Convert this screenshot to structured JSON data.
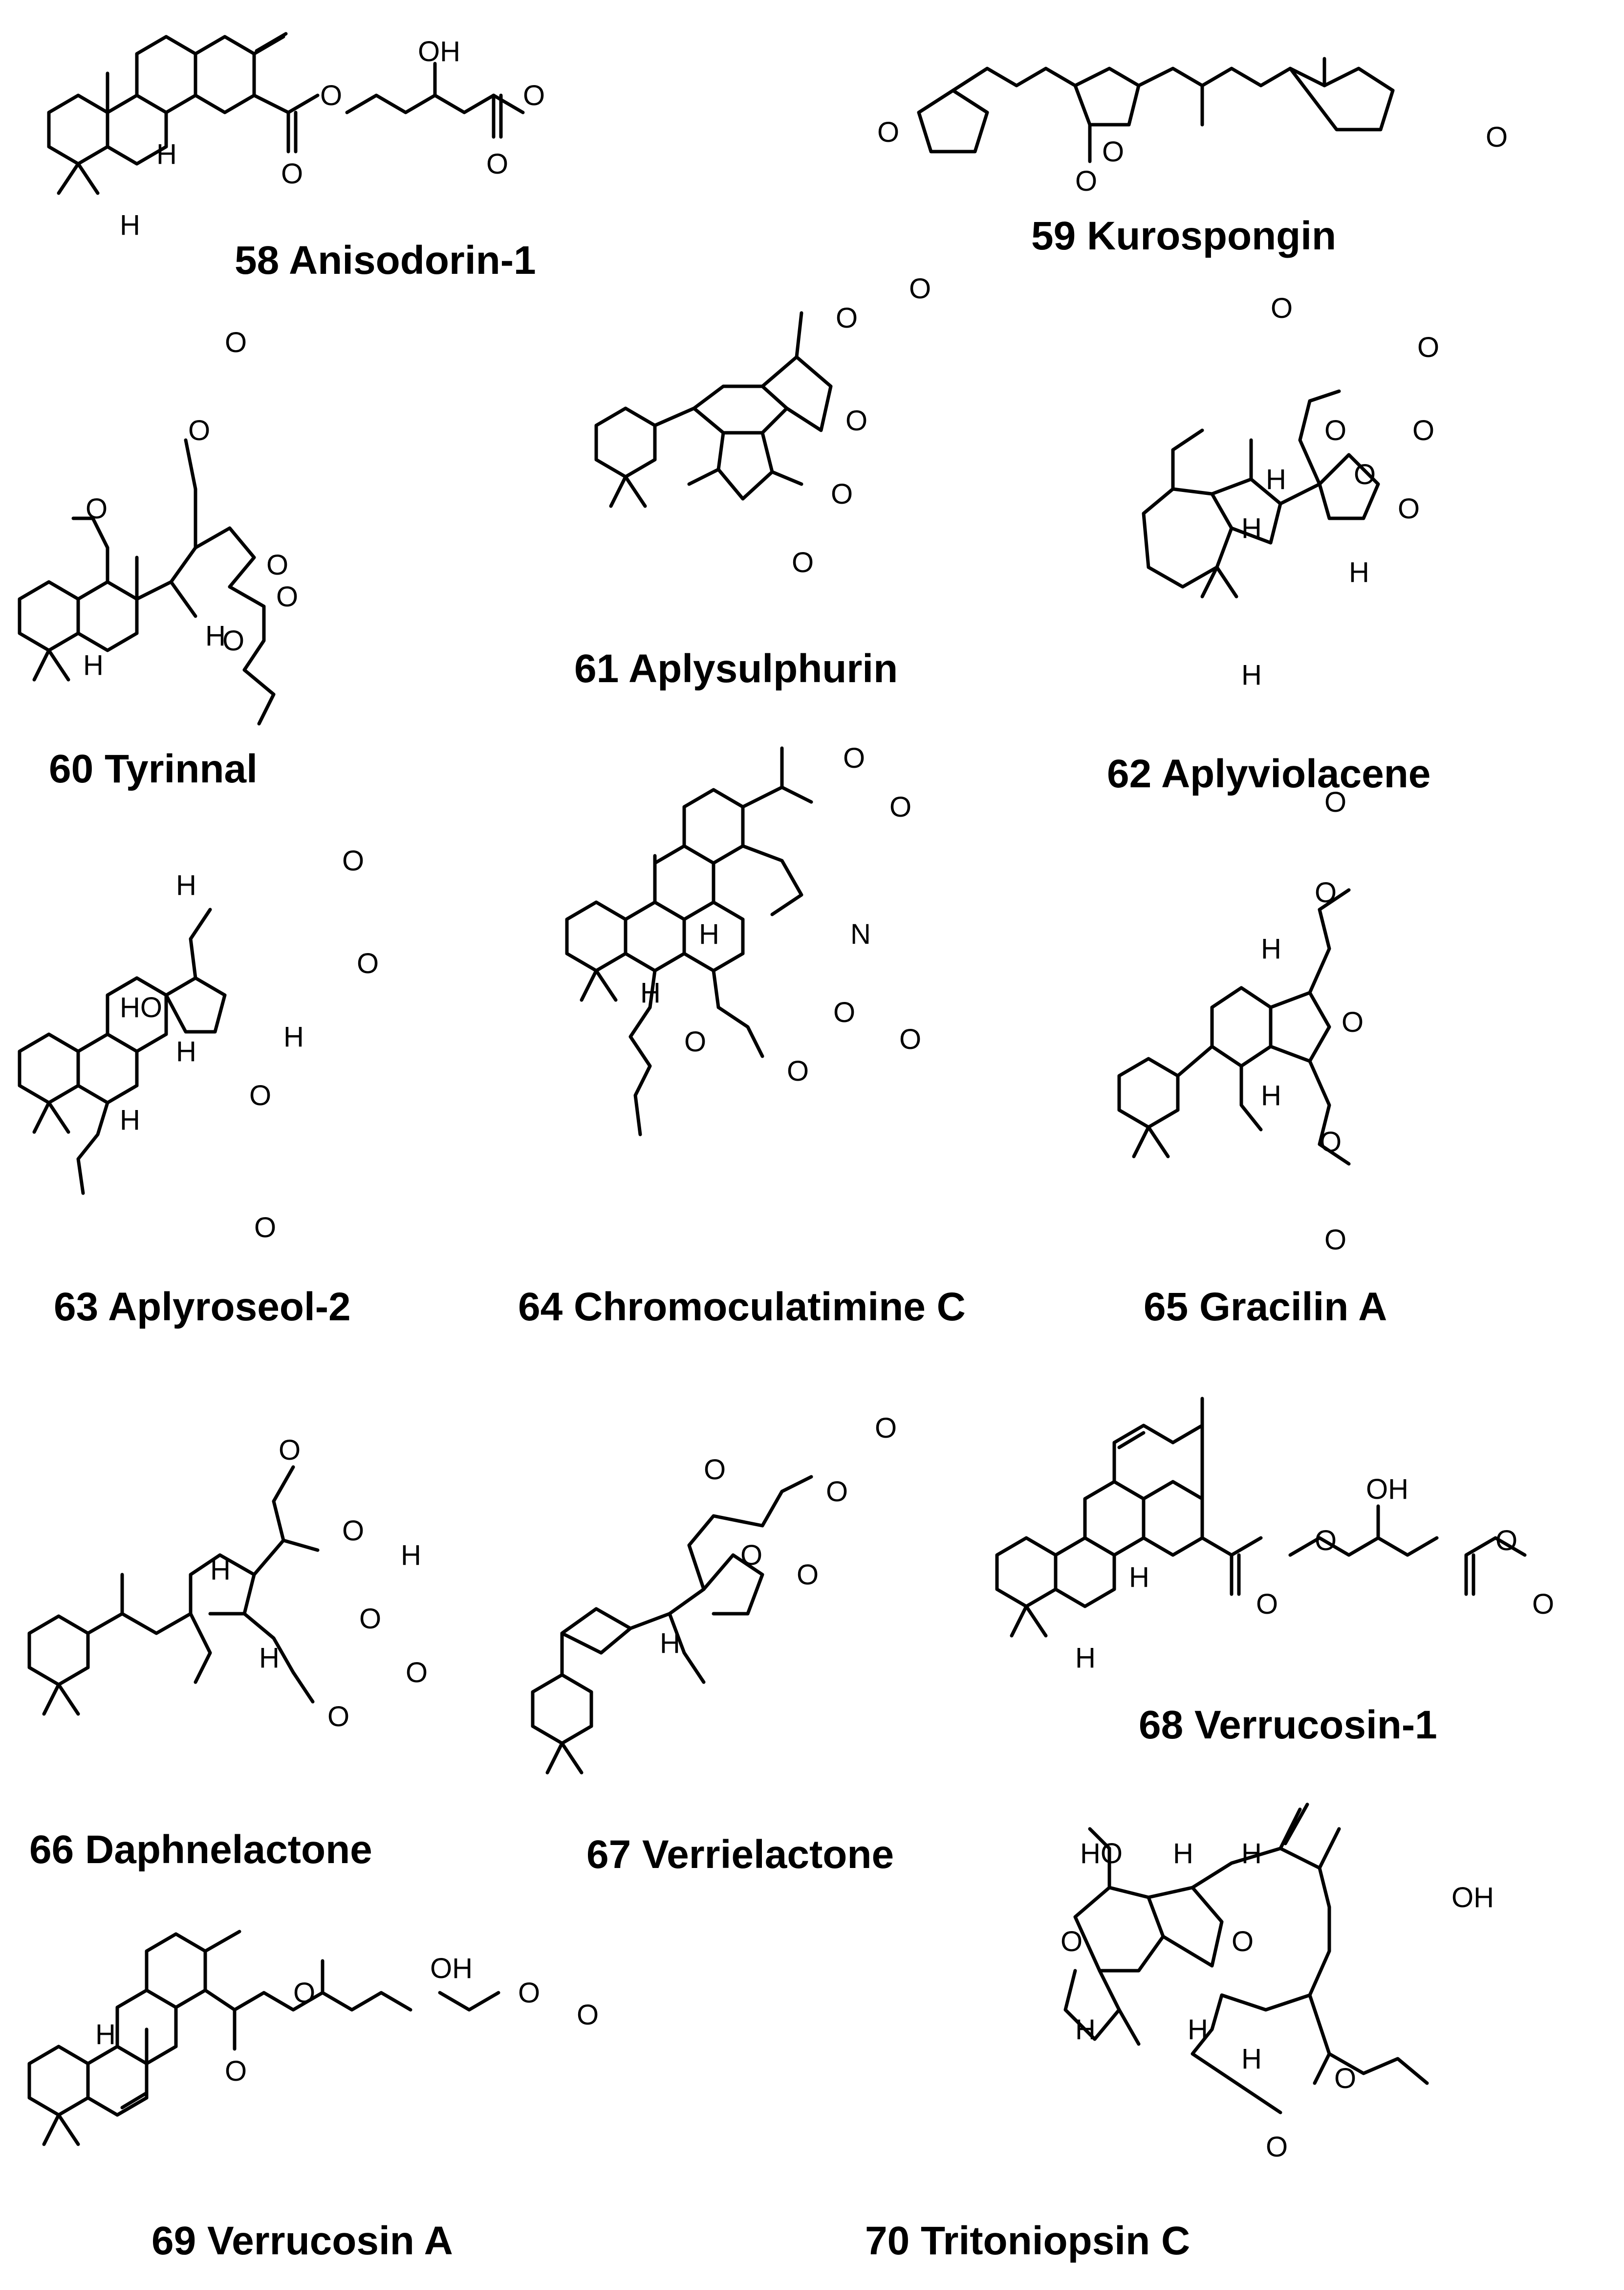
{
  "compounds": [
    {
      "number": "58",
      "name": "Anisodorin-1",
      "label": "58 Anisodorin-1"
    },
    {
      "number": "59",
      "name": "Kurospongin",
      "label": "59 Kurospongin"
    },
    {
      "number": "60",
      "name": "Tyrinnal",
      "label": "60 Tyrinnal"
    },
    {
      "number": "61",
      "name": "Aplysulphurin",
      "label": "61 Aplysulphurin"
    },
    {
      "number": "62",
      "name": "Aplyviolacene",
      "label": "62 Aplyviolacene"
    },
    {
      "number": "63",
      "name": "Aplyroseol-2",
      "label": "63 Aplyroseol-2"
    },
    {
      "number": "64",
      "name": "Chromoculatimine C",
      "label": "64 Chromoculatimine C"
    },
    {
      "number": "65",
      "name": "Gracilin A",
      "label": "65 Gracilin A"
    },
    {
      "number": "66",
      "name": "Daphnelactone",
      "label": "66 Daphnelactone"
    },
    {
      "number": "67",
      "name": "Verrielactone",
      "label": "67 Verrielactone"
    },
    {
      "number": "68",
      "name": "Verrucosin-1",
      "label": "68 Verrucosin-1"
    },
    {
      "number": "69",
      "name": "Verrucosin A",
      "label": "69 Verrucosin A"
    },
    {
      "number": "70",
      "name": "Tritoniopsin C",
      "label": "70 Tritoniopsin C"
    }
  ],
  "atom_labels": {
    "O": "O",
    "OH": "OH",
    "HO": "HO",
    "H": "H",
    "N": "N"
  }
}
